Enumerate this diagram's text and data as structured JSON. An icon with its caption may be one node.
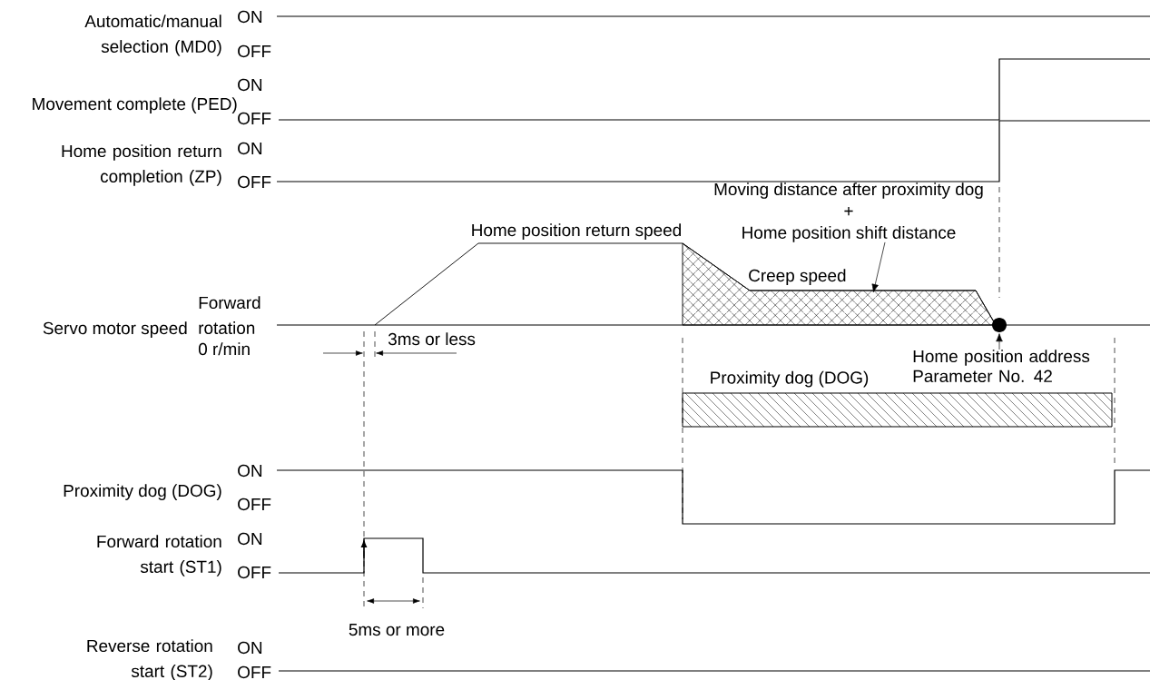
{
  "diagram": {
    "nodes": [
      {
        "text": [
          "Moving distance after proximity dog",
          "+",
          "Home position shift distance"
        ]
      },
      {
        "text": [
          "Home position address Parameter No. 42"
        ]
      },
      {
        "text": [],
        "shape": "circle"
      },
      {
        "text": [
          "Proximity dog (DOG)"
        ]
      },
      {
        "text": [],
        "shape": "polygon"
      }
    ],
    "edges": [
      {
        "from": 0,
        "to": 4,
        "arrow": "to"
      },
      {
        "from": 1,
        "to": 2,
        "arrow": "to"
      }
    ],
    "labels": [
      "Automatic/manual selection (MD0)",
      "ON",
      "OFF",
      "Movement complete (PED)",
      "ON",
      "OFF",
      "Home position return completion (ZP)",
      "ON",
      "OFF",
      "Home position return speed",
      "Creep speed",
      "Servo motor speed",
      "Forward rotation",
      "0 r/min",
      "3ms or less",
      "Proximity dog (DOG)",
      "ON",
      "OFF",
      "Forward rotation start (ST1)",
      "ON",
      "OFF",
      "5ms or more",
      "Reverse rotation start (ST2)",
      "ON",
      "OFF"
    ]
  }
}
